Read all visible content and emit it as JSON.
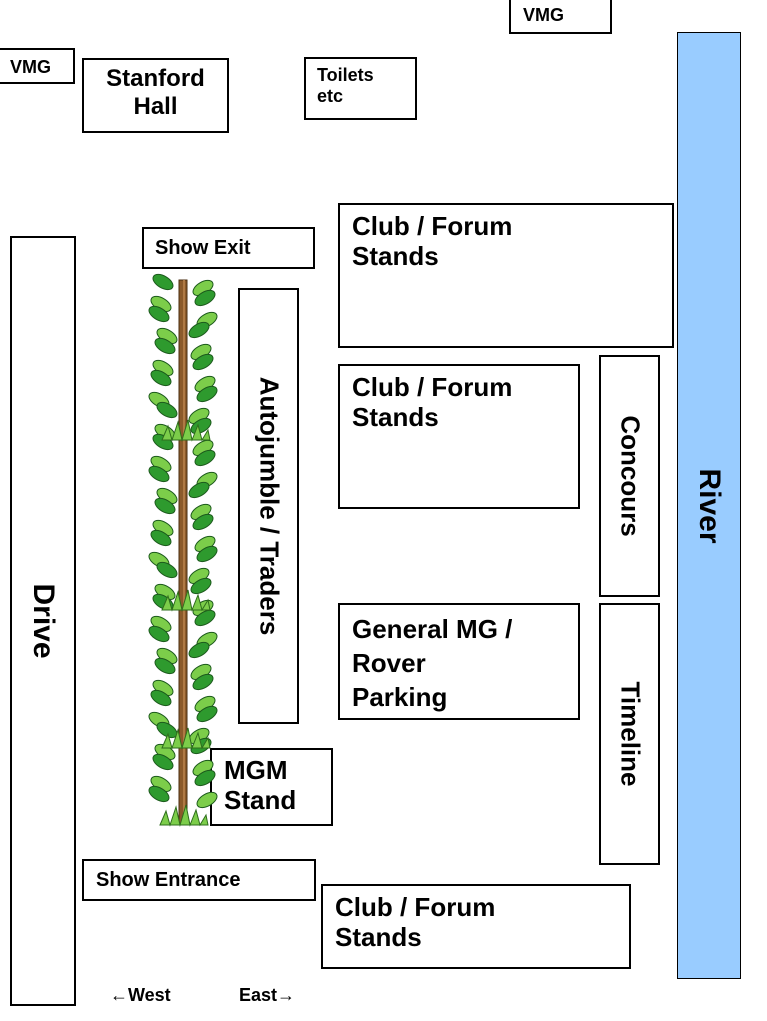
{
  "map": {
    "vmg_top": "VMG",
    "vmg_left": "VMG",
    "stanford_hall": "Stanford\nHall",
    "toilets": "Toilets\netc",
    "club_forum_1": "Club / Forum\nStands",
    "club_forum_2": "Club / Forum\nStands",
    "club_forum_3": "Club / Forum\nStands",
    "show_exit": "Show Exit",
    "show_entrance": "Show Entrance",
    "autojumble": "Autojumble / Traders",
    "concours": "Concours",
    "timeline": "Timeline",
    "general_parking": "General MG /\nRover\nParking",
    "mgm_stand": "MGM\nStand",
    "drive": "Drive",
    "river": "River",
    "west": "←West",
    "east": "East→"
  },
  "colors": {
    "river": "#99ccff",
    "foliage": "#2e9a2e",
    "foliage_light": "#7ccd4a",
    "trunk": "#8b5a2b"
  },
  "icons": [
    "tree-icon"
  ]
}
